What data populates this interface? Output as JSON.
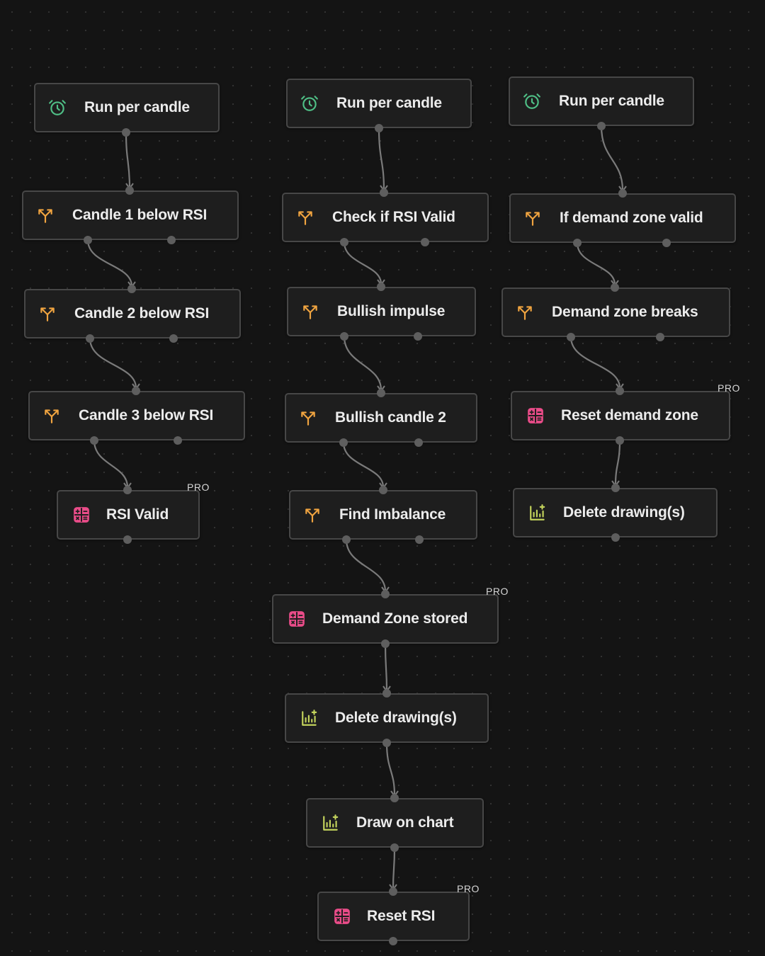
{
  "badge_label": "PRO",
  "colors": {
    "trigger_icon": "#4fbf86",
    "condition_icon": "#f0a440",
    "action_icon": "#ea4c89",
    "draw_icon": "#c3d35c",
    "edge": "#7a7a7a",
    "port": "#5e5e5e"
  },
  "nodes": [
    {
      "id": "n1",
      "label": "Run per candle",
      "icon": "alarm-clock-icon",
      "kind": "trigger"
    },
    {
      "id": "n2",
      "label": "Candle 1 below RSI",
      "icon": "split-branch-icon",
      "kind": "condition"
    },
    {
      "id": "n3",
      "label": "Candle 2 below RSI",
      "icon": "split-branch-icon",
      "kind": "condition"
    },
    {
      "id": "n4",
      "label": "Candle 3 below RSI",
      "icon": "split-branch-icon",
      "kind": "condition"
    },
    {
      "id": "n5",
      "label": "RSI Valid",
      "icon": "calculator-icon",
      "kind": "action",
      "pro": true
    },
    {
      "id": "n6",
      "label": "Run per candle",
      "icon": "alarm-clock-icon",
      "kind": "trigger"
    },
    {
      "id": "n7",
      "label": "Check if RSI Valid",
      "icon": "split-branch-icon",
      "kind": "condition"
    },
    {
      "id": "n8",
      "label": "Bullish impulse",
      "icon": "split-branch-icon",
      "kind": "condition"
    },
    {
      "id": "n9",
      "label": "Bullish candle 2",
      "icon": "split-branch-icon",
      "kind": "condition"
    },
    {
      "id": "n10",
      "label": "Find Imbalance",
      "icon": "split-branch-icon",
      "kind": "condition"
    },
    {
      "id": "n11",
      "label": "Demand Zone stored",
      "icon": "calculator-icon",
      "kind": "action",
      "pro": true
    },
    {
      "id": "n12",
      "label": "Delete drawing(s)",
      "icon": "chart-add-icon",
      "kind": "draw"
    },
    {
      "id": "n13",
      "label": "Draw on chart",
      "icon": "chart-add-icon",
      "kind": "draw"
    },
    {
      "id": "n14",
      "label": "Reset RSI",
      "icon": "calculator-icon",
      "kind": "action",
      "pro": true
    },
    {
      "id": "n15",
      "label": "Run per candle",
      "icon": "alarm-clock-icon",
      "kind": "trigger"
    },
    {
      "id": "n16",
      "label": "If demand zone valid",
      "icon": "split-branch-icon",
      "kind": "condition"
    },
    {
      "id": "n17",
      "label": "Demand zone breaks",
      "icon": "split-branch-icon",
      "kind": "condition"
    },
    {
      "id": "n18",
      "label": "Reset demand zone",
      "icon": "calculator-icon",
      "kind": "action",
      "pro": true
    },
    {
      "id": "n19",
      "label": "Delete drawing(s)",
      "icon": "chart-add-icon",
      "kind": "draw"
    }
  ],
  "edges": [
    [
      "n1",
      "n2"
    ],
    [
      "n2",
      "n3"
    ],
    [
      "n3",
      "n4"
    ],
    [
      "n4",
      "n5"
    ],
    [
      "n6",
      "n7"
    ],
    [
      "n7",
      "n8"
    ],
    [
      "n8",
      "n9"
    ],
    [
      "n9",
      "n10"
    ],
    [
      "n10",
      "n11"
    ],
    [
      "n11",
      "n12"
    ],
    [
      "n12",
      "n13"
    ],
    [
      "n13",
      "n14"
    ],
    [
      "n15",
      "n16"
    ],
    [
      "n16",
      "n17"
    ],
    [
      "n17",
      "n18"
    ],
    [
      "n18",
      "n19"
    ]
  ]
}
